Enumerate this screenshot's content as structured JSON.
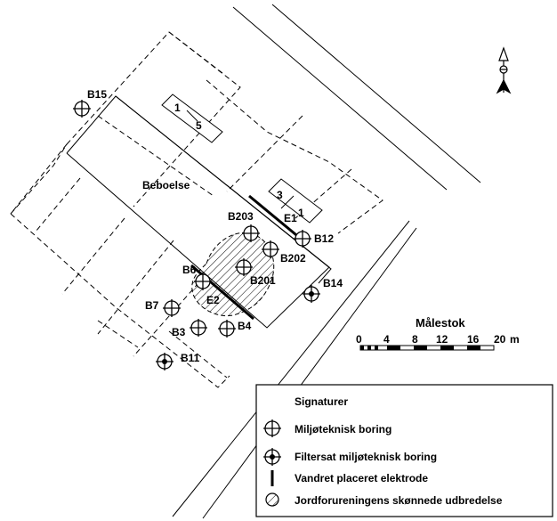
{
  "map": {
    "building_label": "Beboelse",
    "plot_numbers": [
      "1",
      "5",
      "3",
      "1"
    ],
    "electrodes": [
      "E1",
      "E2"
    ],
    "borings": [
      "B15",
      "B203",
      "B12",
      "B202",
      "B201",
      "B6",
      "B7",
      "B3",
      "B4",
      "B14",
      "B11"
    ]
  },
  "scale": {
    "title": "Målestok",
    "ticks": [
      "0",
      "4",
      "8",
      "12",
      "16",
      "20"
    ],
    "unit": "m"
  },
  "legend": {
    "title": "Signaturer",
    "items": [
      {
        "icon": "boring-icon",
        "label": "Miljøteknisk boring"
      },
      {
        "icon": "filtered-boring-icon",
        "label": "Filtersat miljøteknisk boring"
      },
      {
        "icon": "electrode-icon",
        "label": "Vandret placeret elektrode"
      },
      {
        "icon": "hatched-circle-icon",
        "label": "Jordforureningens skønnede udbredelse"
      }
    ]
  }
}
